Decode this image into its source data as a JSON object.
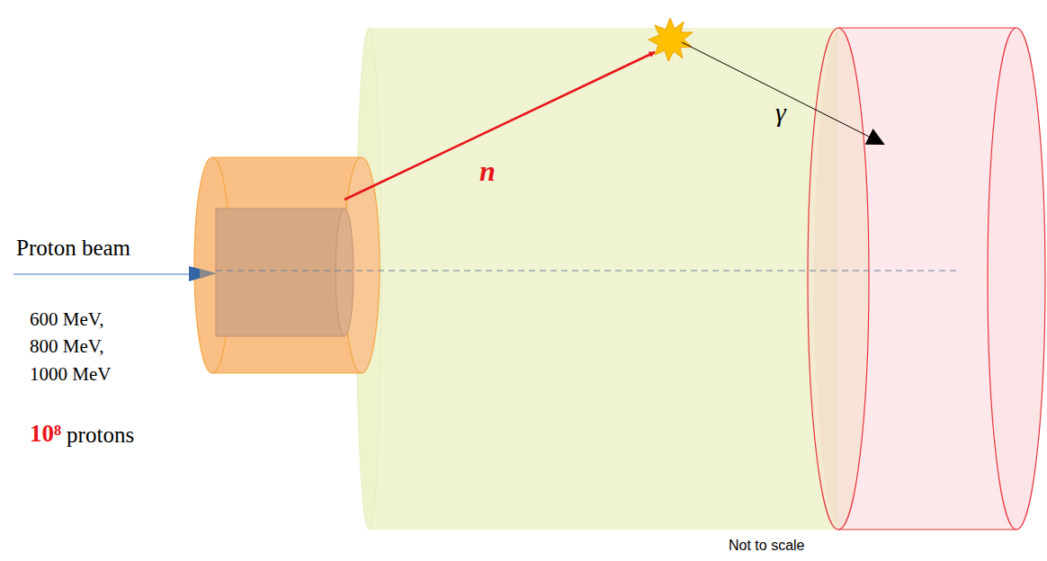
{
  "diagram": {
    "labels": [
      "Proton beam",
      "600 MeV, 800 MeV, 1000 MeV",
      "10⁸",
      "protons",
      "n",
      "γ",
      "Not to scale"
    ]
  }
}
